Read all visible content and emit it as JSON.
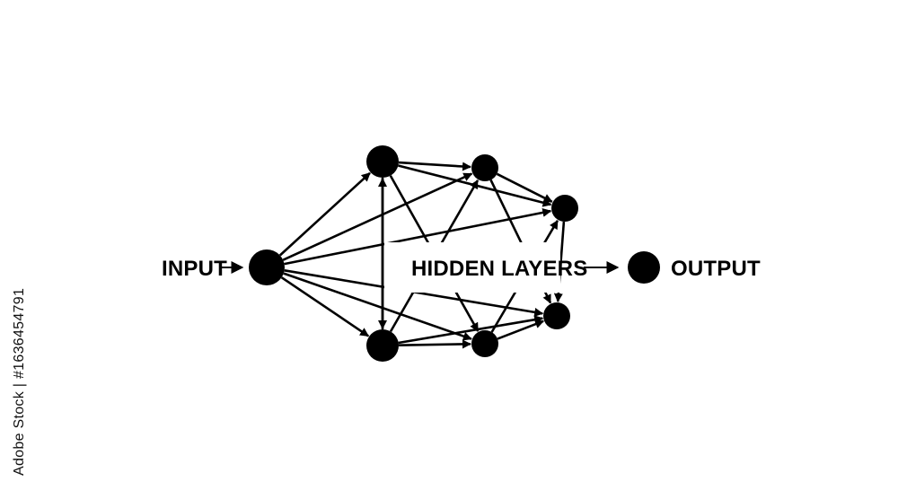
{
  "labels": {
    "input": "INPUT",
    "hidden": "HIDDEN LAYERS",
    "output": "OUTPUT"
  },
  "side_text": "Adobe Stock | #1636454791",
  "colors": {
    "ink": "#000000",
    "background": "#ffffff"
  },
  "nodes": [
    {
      "id": "input"
    },
    {
      "id": "h1-top"
    },
    {
      "id": "h1-bottom"
    },
    {
      "id": "h2-top"
    },
    {
      "id": "h2-bottom"
    },
    {
      "id": "h3-top"
    },
    {
      "id": "h3-bottom"
    },
    {
      "id": "output"
    }
  ],
  "edges": [
    [
      "input",
      "h1-top"
    ],
    [
      "input",
      "h1-bottom"
    ],
    [
      "input",
      "h2-top"
    ],
    [
      "input",
      "h2-bottom"
    ],
    [
      "input",
      "h3-top"
    ],
    [
      "input",
      "h3-bottom"
    ],
    [
      "h1-top",
      "h2-top"
    ],
    [
      "h1-top",
      "h3-top"
    ],
    [
      "h1-top",
      "h1-bottom"
    ],
    [
      "h1-top",
      "h2-bottom"
    ],
    [
      "h1-bottom",
      "h2-bottom"
    ],
    [
      "h1-bottom",
      "h1-top"
    ],
    [
      "h1-bottom",
      "h2-top"
    ],
    [
      "h1-bottom",
      "h3-bottom"
    ],
    [
      "h2-top",
      "h3-top"
    ],
    [
      "h2-top",
      "h3-bottom"
    ],
    [
      "h2-bottom",
      "h3-bottom"
    ],
    [
      "h2-bottom",
      "h3-top"
    ],
    [
      "h3-top",
      "h3-bottom"
    ]
  ]
}
